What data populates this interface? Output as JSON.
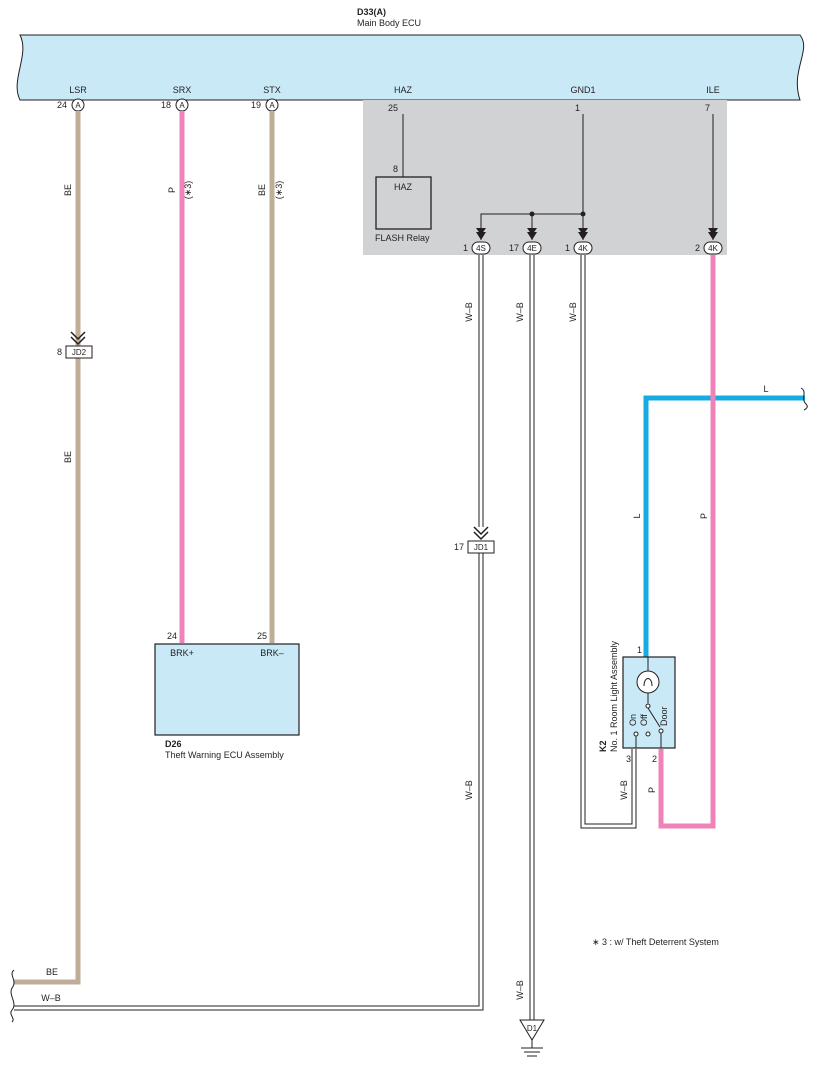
{
  "ecu": {
    "code": "D33(A)",
    "name": "Main Body ECU"
  },
  "ecu_terminals": {
    "lsr": "LSR",
    "srx": "SRX",
    "stx": "STX",
    "haz": "HAZ",
    "gnd1": "GND1",
    "ile": "ILE"
  },
  "ecu_pins": {
    "lsr": "24",
    "srx": "18",
    "stx": "19",
    "haz": "25",
    "gnd1": "1",
    "ile": "7"
  },
  "ecu_conn_letter": "A",
  "flash_relay": {
    "name": "FLASH Relay",
    "terminal": "HAZ",
    "pin": "8"
  },
  "junctions": {
    "j4s": {
      "label": "4S",
      "pin": "1"
    },
    "j4e": {
      "label": "4E",
      "pin": "17"
    },
    "j4k_a": {
      "label": "4K",
      "pin": "1"
    },
    "j4k_b": {
      "label": "4K",
      "pin": "2"
    }
  },
  "jd2": {
    "label": "JD2",
    "pin": "8"
  },
  "jd1": {
    "label": "JD1",
    "pin": "17"
  },
  "theft_ecu": {
    "code": "D26",
    "name": "Theft Warning ECU Assembly",
    "brk_plus": "BRK+",
    "brk_minus": "BRK–",
    "pin_plus": "24",
    "pin_minus": "25"
  },
  "room_light": {
    "code": "K2",
    "name": "No. 1 Room Light Assembly",
    "pin1": "1",
    "pin2": "2",
    "pin3": "3",
    "on": "On",
    "off": "Off",
    "door": "Door"
  },
  "ground": {
    "label": "D1"
  },
  "wires": {
    "be": "BE",
    "p": "P",
    "wb": "W–B",
    "l": "L",
    "star3": "(∗3)"
  },
  "note": "∗ 3 : w/ Theft Deterrent System",
  "colors": {
    "ecu_fill": "#c9e9f7",
    "gray_area": "#d1d2d4",
    "wire_be": "#bfae97",
    "wire_p": "#ef83b7",
    "wire_l": "#16ace3",
    "ink": "#231f20"
  }
}
